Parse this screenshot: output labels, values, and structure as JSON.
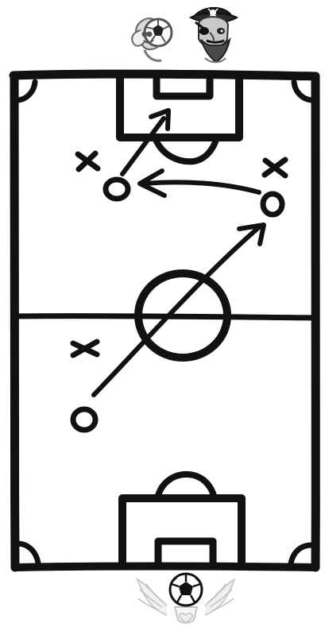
{
  "diagram": {
    "type": "football-tactics-board",
    "colors": {
      "ink": "#111111",
      "paper": "#ffffff",
      "logo_gray": "#9a9a9a"
    },
    "icons": {
      "top_left_logo": "football-holding-mascot-icon",
      "top_right_logo": "pirate-captain-icon",
      "bottom_logo": "winged-football-crest-icon"
    },
    "markers": {
      "defenders": [
        "x",
        "x",
        "x"
      ],
      "attackers": [
        "o",
        "o",
        "o"
      ]
    }
  }
}
